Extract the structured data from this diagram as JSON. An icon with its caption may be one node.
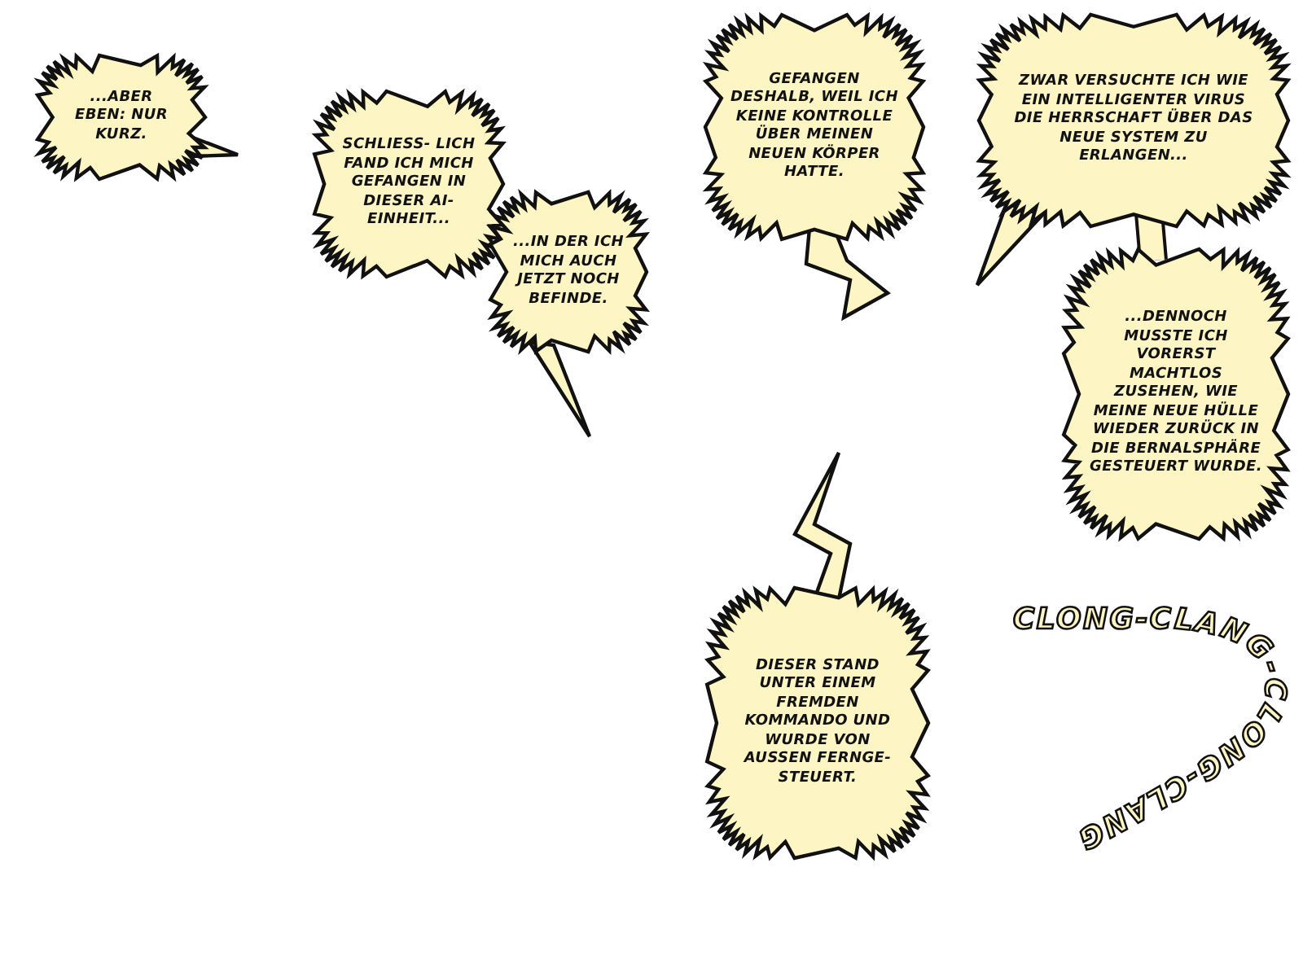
{
  "diagram": {
    "nodes": [
      {
        "text": [
          "...ABER EBEN: NUR KURZ."
        ]
      },
      {
        "text": [
          "SCHLIESS- LICH FAND ICH MICH GEFANGEN IN DIESER AI-EINHEIT..."
        ]
      },
      {
        "text": [
          "...IN DER ICH MICH AUCH JETZT NOCH BEFINDE."
        ]
      },
      {
        "text": [
          "GEFANGEN DESHALB, WEIL ICH KEINE KONTROLLE ÜBER MEINEN NEUEN KÖRPER HATTE."
        ]
      },
      {
        "text": [
          "ZWAR VERSUCHTE ICH WIE EIN INTELLIGENTER VIRUS DIE HERRSCHAFT ÜBER DAS NEUE SYSTEM ZU ERLANGEN..."
        ]
      },
      {
        "text": [
          "...DENNOCH MUSSTE ICH VORERST MACHTLOS ZUSEHEN, WIE MEINE NEUE HÜLLE WIEDER ZURÜCK IN DIE BERNALSPHÄRE GESTEUERT WURDE."
        ]
      },
      {
        "text": [
          "DIESER STAND UNTER EINEM FREMDEN KOMMANDO UND WURDE VON AUSSEN FERNGE- STEUERT."
        ]
      }
    ],
    "edges": [
      {
        "from": 4,
        "to": 5,
        "arrow": "none"
      }
    ],
    "labels": [
      "CLONG-CLANG-CLONG-CLANG"
    ]
  }
}
